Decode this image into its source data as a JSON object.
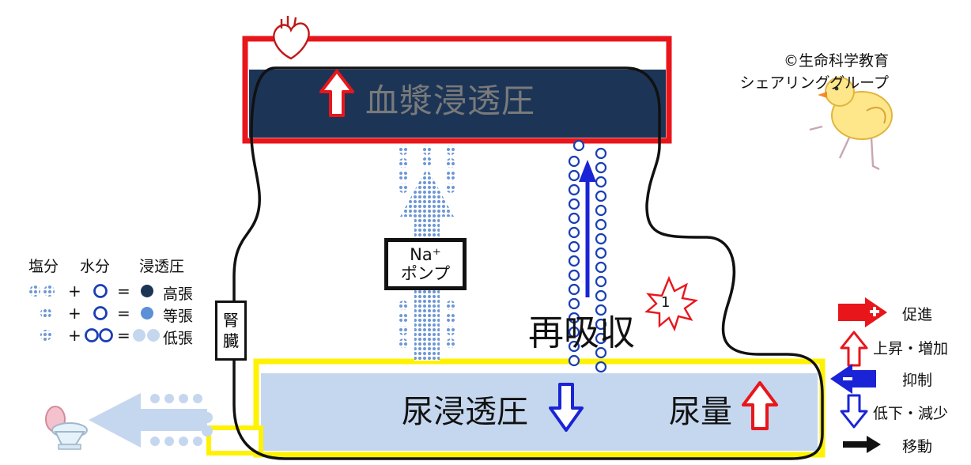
{
  "copyright": {
    "line1": "©生命科学教育",
    "line2": "シェアリンググループ"
  },
  "plasma": {
    "label": "血漿浸透圧"
  },
  "pump": {
    "line1": "Na⁺",
    "line2": "ポンプ"
  },
  "reabsorption": {
    "label": "再吸収",
    "badge": "1"
  },
  "urine": {
    "osmolality_label": "尿浸透圧",
    "volume_label": "尿量"
  },
  "kidney": {
    "char1": "腎",
    "char2": "臓"
  },
  "left_legend": {
    "salt": "塩分",
    "water": "水分",
    "osmotic": "浸透圧",
    "plus": "+",
    "equals": "=",
    "high": "高張",
    "iso": "等張",
    "low": "低張"
  },
  "right_legend": {
    "promote": "促進",
    "rise": "上昇・増加",
    "inhibit": "抑制",
    "fall": "低下・減少",
    "move": "移動"
  },
  "colors": {
    "plasma_fill": "#1c3557",
    "red": "#e8161b",
    "yellow": "#fff200",
    "urine_fill": "#c5d7ee",
    "blue": "#1a24d6",
    "salt_dot": "#7ea3d8",
    "water_ring": "#1a3fb3"
  }
}
